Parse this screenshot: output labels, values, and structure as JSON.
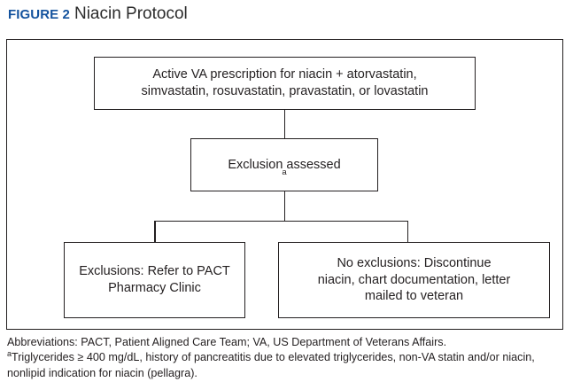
{
  "title": {
    "label": "FIGURE 2",
    "name": "Niacin Protocol",
    "label_color": "#14539e",
    "name_color": "#2b2b2b"
  },
  "chart_data": {
    "type": "diagram",
    "diagram_kind": "flowchart",
    "title": "Niacin Protocol",
    "nodes": [
      {
        "id": "start",
        "shape": "rectangle",
        "lines": [
          "Active VA prescription for niacin + atorvastatin,",
          "simvastatin, rosuvastatin, pravastatin, or lovastatin"
        ]
      },
      {
        "id": "decision",
        "shape": "rectangle",
        "lines": [
          "Exclusion assessed"
        ],
        "superscript": "a"
      },
      {
        "id": "outcome-left",
        "shape": "rectangle",
        "lines": [
          "Exclusions: Refer to PACT",
          "Pharmacy Clinic"
        ]
      },
      {
        "id": "outcome-right",
        "shape": "rectangle",
        "lines": [
          "No exclusions: Discontinue",
          "niacin, chart documentation, letter",
          "mailed to veteran"
        ]
      }
    ],
    "edges": [
      {
        "from": "start",
        "to": "decision",
        "style": "straight"
      },
      {
        "from": "decision",
        "to": "outcome-left",
        "style": "elbow"
      },
      {
        "from": "decision",
        "to": "outcome-right",
        "style": "elbow"
      }
    ],
    "line_color": "#231f20",
    "background": "#ffffff"
  },
  "nodes": {
    "start": {
      "line1": "Active VA prescription for niacin + atorvastatin,",
      "line2": "simvastatin, rosuvastatin, pravastatin, or lovastatin"
    },
    "decision": {
      "text": "Exclusion assessed",
      "superscript": "a"
    },
    "outcome_left": {
      "line1": "Exclusions: Refer to PACT",
      "line2": "Pharmacy Clinic"
    },
    "outcome_right": {
      "line1": "No exclusions: Discontinue",
      "line2": "niacin, chart documentation, letter",
      "line3": "mailed to veteran"
    }
  },
  "footnotes": {
    "abbreviations": "Abbreviations: PACT, Patient Aligned Care Team; VA, US Department of Veterans Affairs.",
    "marker_a": "a",
    "note_a": "Triglycerides ≥ 400 mg/dL, history of pancreatitis due to elevated triglycerides, non-VA statin and/or niacin, nonlipid indication for niacin (pellagra)."
  }
}
